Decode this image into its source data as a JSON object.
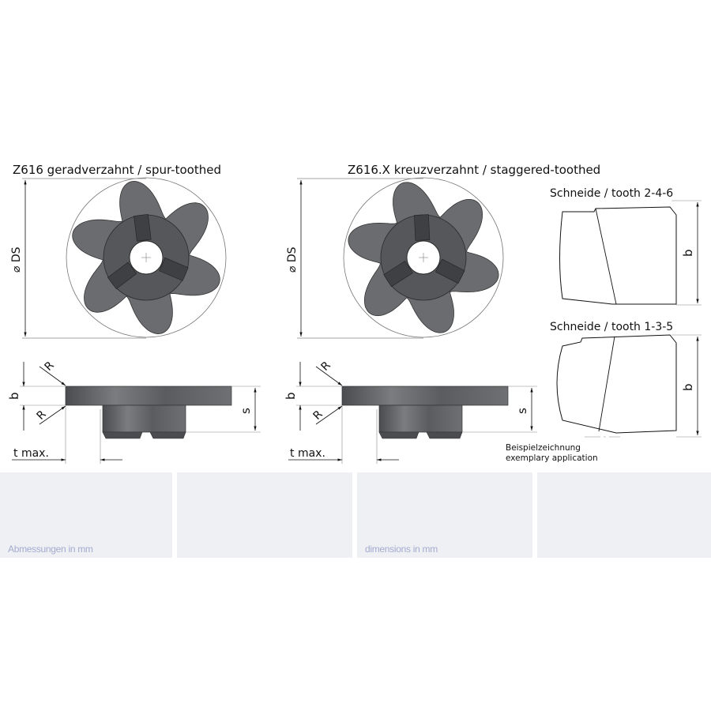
{
  "titles": {
    "left": "Z616 geradverzahnt / spur-toothed",
    "right": "Z616.X kreuzverzahnt / staggered-toothed"
  },
  "labels": {
    "diameter": "DS",
    "radius": "R",
    "width": "b",
    "thickness": "s",
    "depth": "t max."
  },
  "tooth_views": {
    "top": "Schneide / tooth 2-4-6",
    "bottom": "Schneide / tooth 1-3-5",
    "note_line1": "Beispielzeichnung",
    "note_line2": "exemplary application"
  },
  "panels": [
    {
      "label": "Abmessungen in mm"
    },
    {
      "label": ""
    },
    {
      "label": "dimensions in mm"
    },
    {
      "label": ""
    }
  ],
  "colors": {
    "steel": "#5a5c60",
    "panel": "#eff0f4",
    "panel_text": "#a3abcf"
  }
}
